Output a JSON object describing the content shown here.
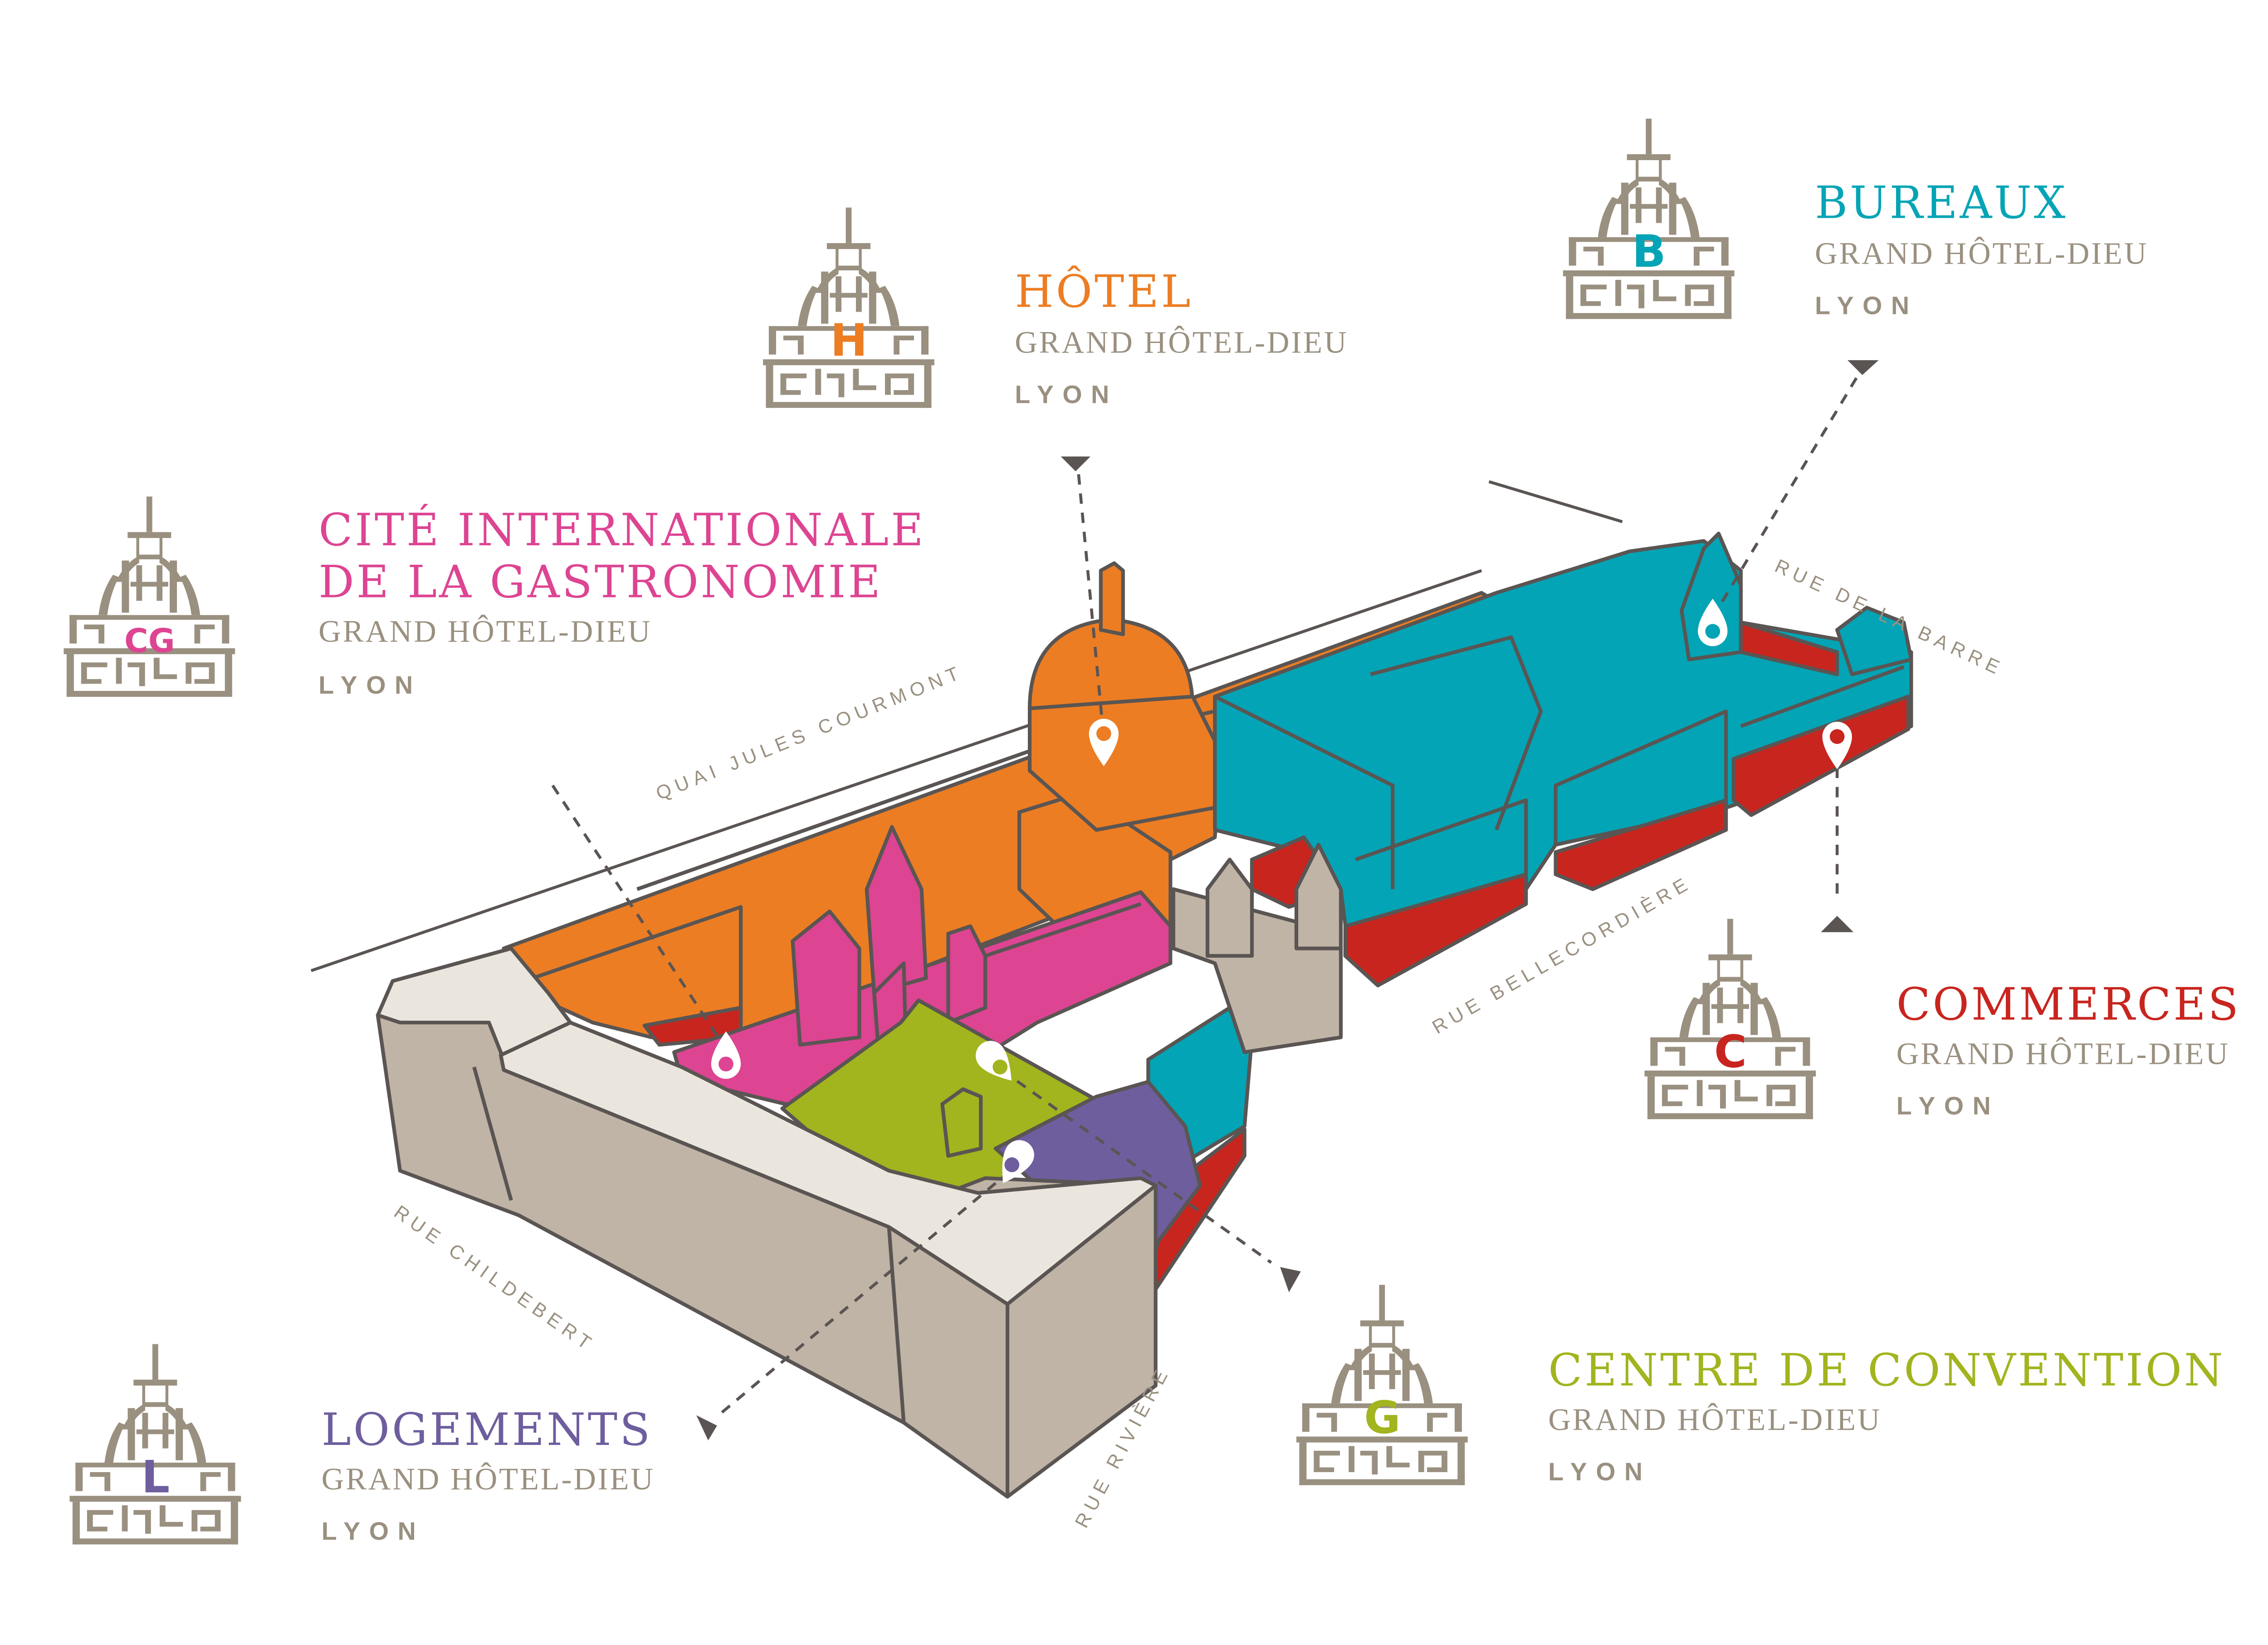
{
  "colors": {
    "hotel": "#EC7D23",
    "bureaux": "#03A4B5",
    "commerces": "#C8251F",
    "cite": "#DD4492",
    "centre": "#A2B41E",
    "logements": "#6E5E9E",
    "stone": "#C0B4A7",
    "stone_light": "#EBE6DD",
    "outline": "#5A5553",
    "text_grey": "#9A9080"
  },
  "sections": {
    "hotel": {
      "letter": "H",
      "title": "HÔTEL",
      "subtitle": "GRAND HÔTEL-DIEU",
      "city": "LYON"
    },
    "bureaux": {
      "letter": "B",
      "title": "BUREAUX",
      "subtitle": "GRAND HÔTEL-DIEU",
      "city": "LYON"
    },
    "cite": {
      "letter": "CG",
      "title_line1": "CITÉ INTERNATIONALE",
      "title_line2": "DE LA GASTRONOMIE",
      "subtitle": "GRAND HÔTEL-DIEU",
      "city": "LYON"
    },
    "commerces": {
      "letter": "C",
      "title": "COMMERCES",
      "subtitle": "GRAND HÔTEL-DIEU",
      "city": "LYON"
    },
    "centre": {
      "letter": "G",
      "title": "CENTRE DE CONVENTION",
      "subtitle": "GRAND HÔTEL-DIEU",
      "city": "LYON"
    },
    "logements": {
      "letter": "L",
      "title": "LOGEMENTS",
      "subtitle": "GRAND HÔTEL-DIEU",
      "city": "LYON"
    }
  },
  "streets": {
    "quai": "QUAI JULES COURMONT",
    "barre": "RUE DE LA BARRE",
    "bellecordiere": "RUE BELLECORDIÈRE",
    "childebert": "RUE CHILDEBERT",
    "riviere": "RUE RIVIÈRE"
  }
}
